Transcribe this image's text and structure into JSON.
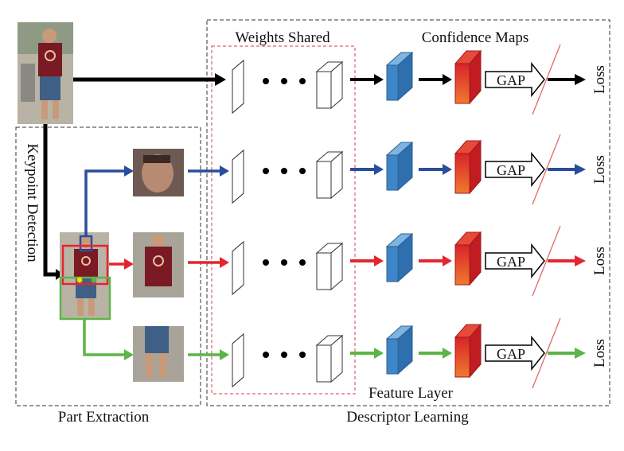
{
  "labels": {
    "weights_shared": "Weights Shared",
    "confidence_maps": "Confidence Maps",
    "keypoint_detection": "Keypoint Detection",
    "feature_layer": "Feature Layer",
    "part_extraction": "Part Extraction",
    "descriptor_learning": "Descriptor Learning",
    "gap": "GAP",
    "loss": "Loss"
  },
  "streams": [
    {
      "name": "full-body",
      "color": "#000000"
    },
    {
      "name": "head",
      "color": "#2a4d9c"
    },
    {
      "name": "upper-body",
      "color": "#e3262e"
    },
    {
      "name": "lower-body",
      "color": "#5cb546"
    }
  ],
  "colors": {
    "feature_block": "#3f86c9",
    "confidence_block_top": "#d8232a",
    "confidence_block_bottom": "#f07a2e",
    "weights_shared_box": "#e0606a",
    "slash": "#e06a6a",
    "person_shirt": "#7a1a24",
    "person_jeans": "#3f5f86"
  }
}
